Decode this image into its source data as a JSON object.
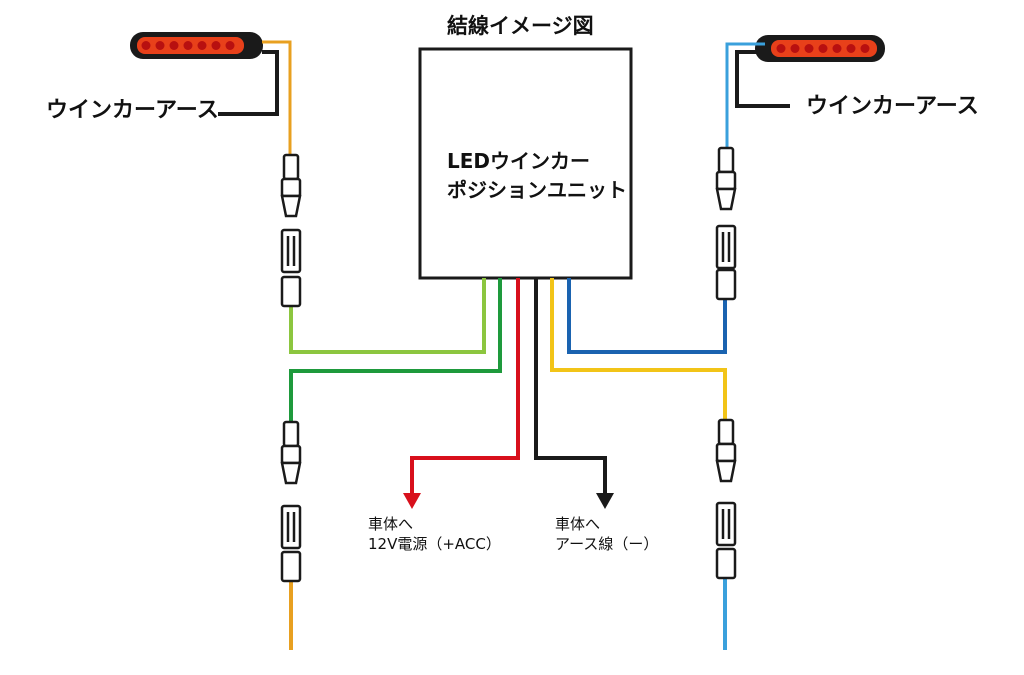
{
  "title": "結線イメージ図",
  "unit": {
    "line1": "LEDウインカー",
    "line2": "ポジションユニット"
  },
  "labels": {
    "earth_left": "ウインカーアース",
    "earth_right": "ウインカーアース",
    "power_line1": "車体へ",
    "power_line2": "12V電源（+ACC）",
    "ground_line1": "車体へ",
    "ground_line2": "アース線（ー）"
  },
  "colors": {
    "orange": "#e8a020",
    "light_blue": "#3aa0dc",
    "light_green": "#8cc63f",
    "green": "#1e9a3c",
    "red": "#d8101c",
    "black": "#1a1a1a",
    "blue": "#1a63b0",
    "yellow": "#f2c418",
    "led": "#e8401a"
  }
}
